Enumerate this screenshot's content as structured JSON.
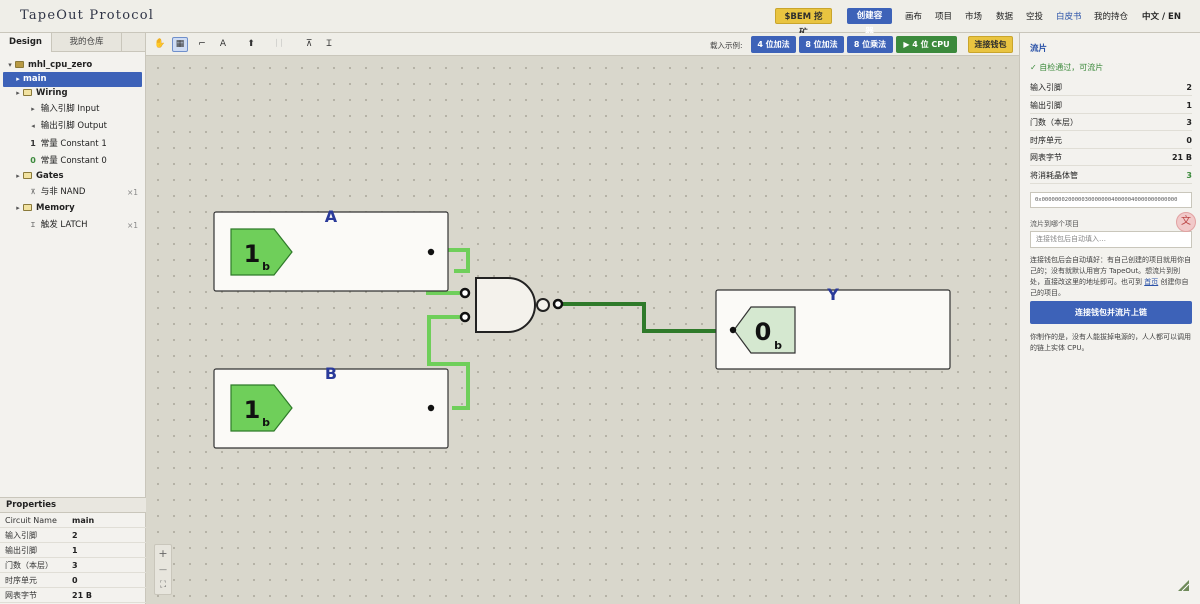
{
  "header": {
    "brand": "TapeOut Protocol",
    "bem_button": "$BEM 挖矿",
    "create_button": "创建容器",
    "nav": [
      "画布",
      "项目",
      "市场",
      "数据",
      "空投",
      "白皮书",
      "我的持仓"
    ],
    "active_nav": "白皮书",
    "lang": "中文 / EN"
  },
  "sidebar": {
    "tabs": [
      "Design",
      "我的仓库"
    ],
    "project": "mhl_cpu_zero",
    "main": "main",
    "groups": {
      "wiring": "Wiring",
      "gates": "Gates",
      "memory": "Memory"
    },
    "items": {
      "input_pin": "输入引脚 Input",
      "output_pin": "输出引脚 Output",
      "const1": "常量 Constant 1",
      "const0": "常量 Constant 0",
      "nand": "与非 NAND",
      "latch": "触发 LATCH"
    },
    "icons": {
      "const1": "1",
      "const0": "0"
    },
    "counts": {
      "nand": "×1",
      "latch": "×1"
    }
  },
  "properties": {
    "title": "Properties",
    "rows": [
      {
        "k": "Circuit Name",
        "v": "main"
      },
      {
        "k": "输入引脚",
        "v": "2"
      },
      {
        "k": "输出引脚",
        "v": "1"
      },
      {
        "k": "门数（本层）",
        "v": "3"
      },
      {
        "k": "时序单元",
        "v": "0"
      },
      {
        "k": "网表字节",
        "v": "21 B"
      }
    ]
  },
  "toolbar": {
    "load_label": "载入示例:",
    "buttons": [
      "4 位加法",
      "8 位加法",
      "8 位乘法",
      "▶ 4 位 CPU"
    ],
    "connect": "连接钱包"
  },
  "canvas": {
    "input_a_label": "A",
    "input_b_label": "B",
    "output_label": "Y",
    "input_a_value": "1",
    "input_b_value": "1",
    "output_value": "0",
    "base_suffix": "b",
    "zoom_in": "+",
    "zoom_out": "—",
    "fit": "⛶"
  },
  "right": {
    "title": "流片",
    "status": "✓ 自检通过，可流片",
    "rows": [
      {
        "k": "输入引脚",
        "v": "2"
      },
      {
        "k": "输出引脚",
        "v": "1"
      },
      {
        "k": "门数（本层）",
        "v": "3"
      },
      {
        "k": "时序单元",
        "v": "0"
      },
      {
        "k": "网表字节",
        "v": "21 B"
      },
      {
        "k": "将消耗晶体管",
        "v": "3"
      }
    ],
    "hex": "0x00000002000003000000040000040000000000000",
    "project_label": "流片到哪个项目",
    "project_placeholder": "连接钱包后自动填入…",
    "desc_1": "连接钱包后会自动填好：有自己创建的项目就用你自己的；没有就默认用官方 TapeOut。想流片到别处，直接改这里的地址即可。也可到",
    "desc_link": "首页",
    "desc_2": "创建你自己的项目。",
    "big_button": "连接钱包并流片上链",
    "footer": "你制作的是，没有人能拔掉电源的，人人都可以调用的链上实体 CPU。"
  },
  "colors": {
    "accent_blue": "#3d62b8",
    "gold": "#e9c440",
    "wire_on": "#6fcf5a",
    "wire_off": "#2f7a2a",
    "pin_on": "#6fcf5a",
    "pin_off": "#d5e8d0"
  }
}
